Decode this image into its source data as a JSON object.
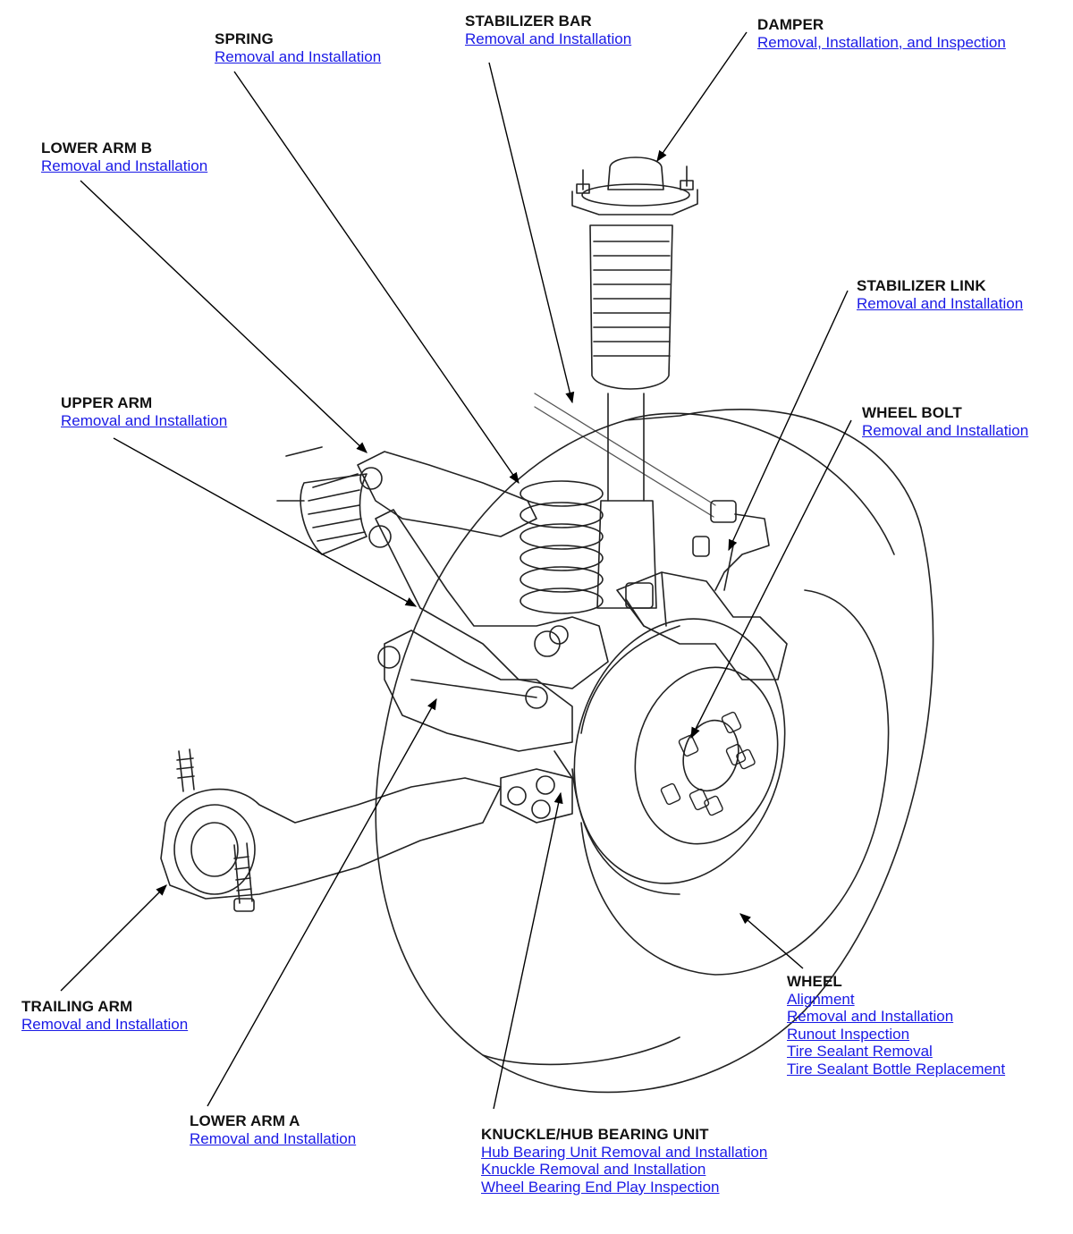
{
  "callouts": {
    "spring": {
      "title": "SPRING",
      "links": [
        "Removal and Installation"
      ]
    },
    "stabilizer_bar": {
      "title": "STABILIZER BAR",
      "links": [
        "Removal and Installation"
      ]
    },
    "damper": {
      "title": "DAMPER",
      "links": [
        "Removal, Installation, and Inspection"
      ]
    },
    "lower_arm_b": {
      "title": "LOWER ARM B",
      "links": [
        "Removal and Installation"
      ]
    },
    "stabilizer_link": {
      "title": "STABILIZER LINK",
      "links": [
        "Removal and Installation"
      ]
    },
    "upper_arm": {
      "title": "UPPER ARM",
      "links": [
        "Removal and Installation"
      ]
    },
    "wheel_bolt": {
      "title": "WHEEL BOLT",
      "links": [
        "Removal and Installation"
      ]
    },
    "trailing_arm": {
      "title": "TRAILING ARM",
      "links": [
        "Removal and Installation"
      ]
    },
    "wheel": {
      "title": "WHEEL",
      "links": [
        "Alignment",
        "Removal and Installation",
        "Runout Inspection",
        "Tire Sealant Removal",
        "Tire Sealant Bottle Replacement"
      ]
    },
    "lower_arm_a": {
      "title": "LOWER ARM A",
      "links": [
        "Removal and Installation"
      ]
    },
    "knuckle_hub": {
      "title": "KNUCKLE/HUB BEARING UNIT",
      "links": [
        "Hub Bearing Unit Removal and Installation",
        "Knuckle Removal and Installation",
        "Wheel Bearing End Play Inspection"
      ]
    }
  },
  "colors": {
    "link": "#1a1ae6",
    "title": "#111111",
    "line": "#000000"
  }
}
